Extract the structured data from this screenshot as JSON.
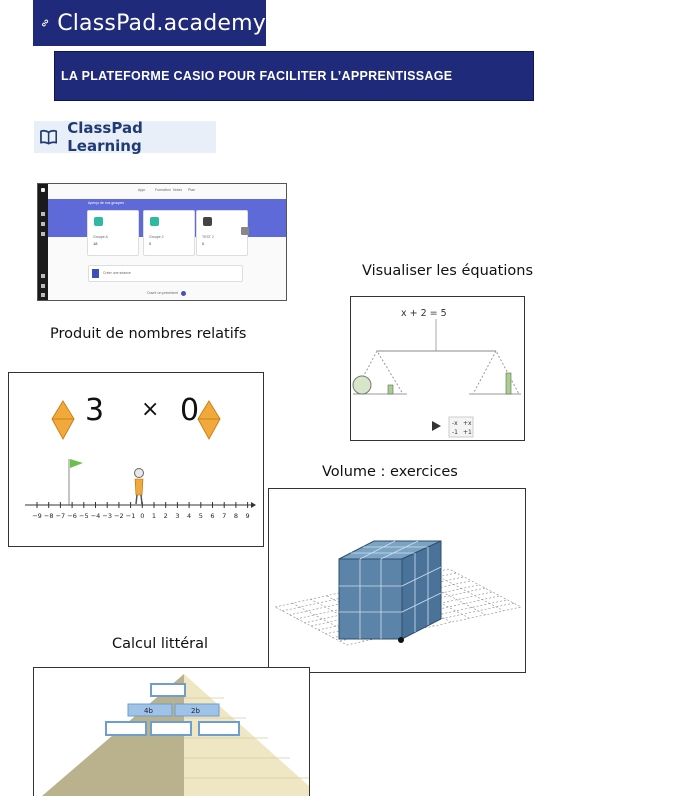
{
  "header": {
    "logo_text": "ClassPad.academy",
    "tagline": "LA  PLATEFORME CASIO POUR FACILITER L’APPRENTISSAGE"
  },
  "section": {
    "chip_label": "ClassPad Learning"
  },
  "app_preview": {
    "nav": [
      "Appr",
      "Formation",
      "Notes",
      "Plan"
    ],
    "hero_title": "Aperçu de vos groupes",
    "cards": [
      {
        "name": "Groupe A",
        "count": "18"
      },
      {
        "name": "Groupe 2",
        "count": "0"
      },
      {
        "name": "TEST 2",
        "count": "0"
      }
    ],
    "create_label": "Créer une séance",
    "footer": "Ouvrir un précédent"
  },
  "captions": {
    "equations": "Visualiser les équations",
    "relatifs": "Produit de nombres relatifs",
    "volume": "Volume : exercices",
    "litteral": "Calcul littéral"
  },
  "equation_panel": {
    "equation": "x + 2 = 5",
    "controls": [
      "-x",
      "+x",
      "-1",
      "+1"
    ]
  },
  "relatifs_panel": {
    "left": "3",
    "operator": "×",
    "right": "0",
    "axis_ticks": [
      "−9",
      "−8",
      "−7",
      "−6",
      "−5",
      "−4",
      "−3",
      "−2",
      "−1",
      "0",
      "1",
      "2",
      "3",
      "4",
      "5",
      "6",
      "7",
      "8",
      "9"
    ]
  },
  "pyramid_panel": {
    "cells": [
      "4b",
      "2b"
    ]
  },
  "colors": {
    "brand_navy": "#1f2a7a",
    "chip_bg": "#e9eff9",
    "accent_orange": "#f2a93b",
    "cube_blue": "#5b84a8"
  }
}
